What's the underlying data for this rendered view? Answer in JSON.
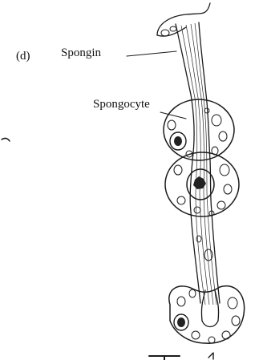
{
  "figure": {
    "panel_label": "(d)",
    "labels": {
      "spongin": "Spongin",
      "spongocyte": "Spongocyte"
    }
  }
}
